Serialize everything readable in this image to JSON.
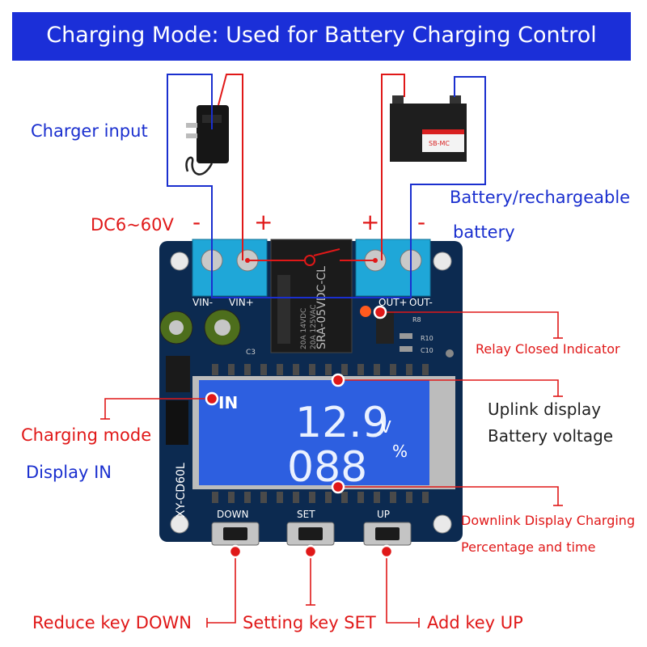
{
  "title": "Charging Mode: Used for Battery Charging Control",
  "colors": {
    "banner": "#1b2fd8",
    "wire_red": "#e01818",
    "wire_blue": "#1a2fcf",
    "pcb": "#0c2a50",
    "lcd": "#2d5fe0"
  },
  "labels": {
    "charger_input": "Charger input",
    "dc_range": "DC6~60V",
    "minus_left": "-",
    "plus_left": "+",
    "plus_right": "+",
    "minus_right": "-",
    "battery_line1": "Battery/rechargeable",
    "battery_line2": "battery",
    "relay_indicator": "Relay Closed Indicator",
    "uplink_line1": "Uplink display",
    "uplink_line2": "Battery voltage",
    "charging_mode_line1": "Charging mode",
    "charging_mode_line2": "Display IN",
    "downlink_line1": "Downlink Display Charging",
    "downlink_line2": "Percentage and time",
    "reduce_key": "Reduce key DOWN",
    "setting_key": "Setting key SET",
    "add_key": "Add key UP"
  },
  "board": {
    "model": "XY-CD60L",
    "terminals": {
      "vin_minus": "VIN-",
      "vin_plus": "VIN+",
      "out_plus": "OUT+",
      "out_minus": "OUT-"
    },
    "relay_text": "SRA-05VDC-CL",
    "relay_rating1": "20A 14VDC",
    "relay_rating2": "20A 125VAC",
    "components": {
      "c3": "C3",
      "r8": "R8",
      "r10": "R10",
      "c10": "C10"
    },
    "buttons": {
      "down": "DOWN",
      "set": "SET",
      "up": "UP"
    }
  },
  "lcd": {
    "mode": "IN",
    "voltage": "12.9",
    "voltage_unit": "V",
    "percent": "088",
    "percent_unit": "%"
  },
  "battery_label": "SB-MC"
}
